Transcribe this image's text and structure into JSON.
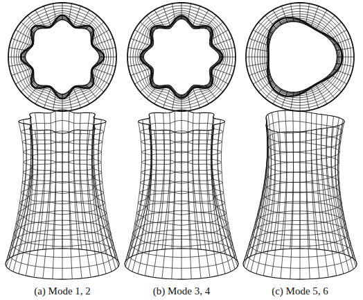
{
  "diagram": {
    "labels": [
      "(a) Mode 1, 2",
      "(b) Mode 3, 4",
      "(c) Mode 5, 6"
    ]
  }
}
